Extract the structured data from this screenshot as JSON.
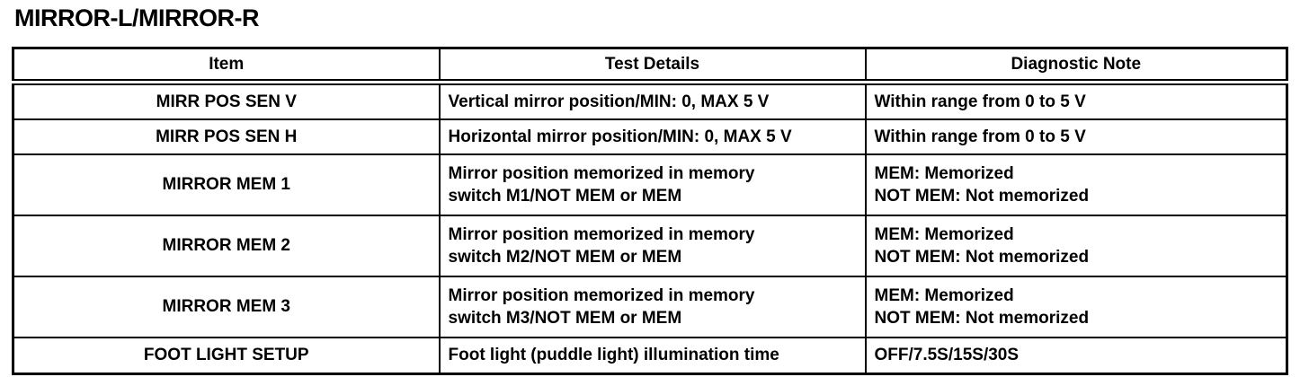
{
  "page_title": "MIRROR-L/MIRROR-R",
  "colors": {
    "text": "#000000",
    "background": "#ffffff",
    "border": "#000000"
  },
  "table": {
    "headers": [
      "Item",
      "Test Details",
      "Diagnostic Note"
    ],
    "rows": [
      {
        "item": "MIRR POS SEN V",
        "test_details": "Vertical mirror position/MIN: 0, MAX 5 V",
        "diagnostic_note": "Within range from 0 to 5 V"
      },
      {
        "item": "MIRR POS SEN H",
        "test_details": "Horizontal mirror position/MIN: 0, MAX 5 V",
        "diagnostic_note": "Within range from 0 to 5 V"
      },
      {
        "item": "MIRROR MEM 1",
        "test_details": "Mirror position memorized in memory\nswitch M1/NOT MEM or MEM",
        "diagnostic_note": "MEM: Memorized\nNOT MEM: Not memorized"
      },
      {
        "item": "MIRROR MEM 2",
        "test_details": "Mirror position memorized in memory\nswitch M2/NOT MEM or MEM",
        "diagnostic_note": "MEM: Memorized\nNOT MEM: Not memorized"
      },
      {
        "item": "MIRROR MEM 3",
        "test_details": "Mirror position memorized in memory\nswitch M3/NOT MEM or MEM",
        "diagnostic_note": "MEM: Memorized\nNOT MEM: Not memorized"
      },
      {
        "item": "FOOT LIGHT SETUP",
        "test_details": "Foot light (puddle light) illumination time",
        "diagnostic_note": "OFF/7.5S/15S/30S"
      }
    ]
  }
}
